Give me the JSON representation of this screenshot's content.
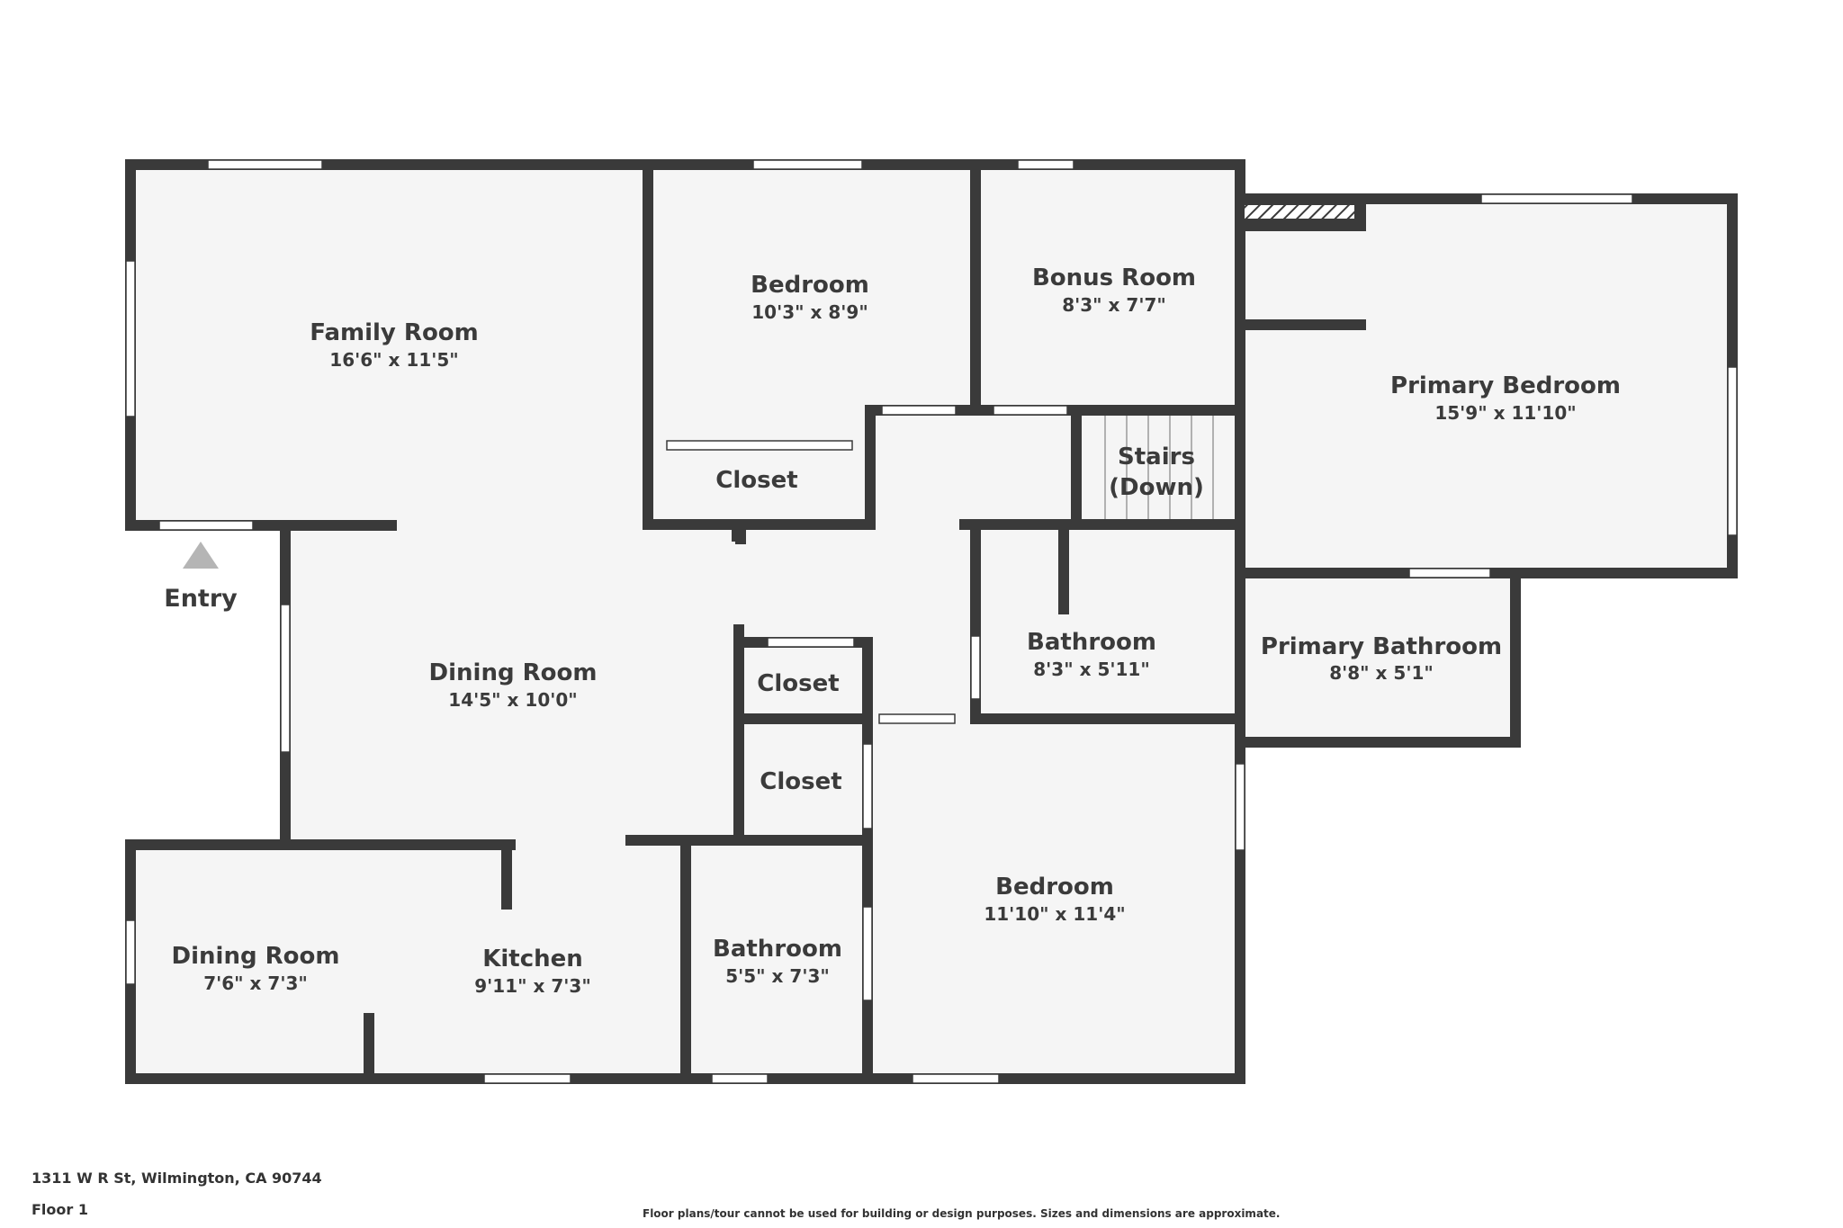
{
  "colors": {
    "wall": "#3a3a3a",
    "floor": "#f5f5f5",
    "window": "#ffffff",
    "text": "#3b3b3b",
    "entry_arrow": "#b5b5b5"
  },
  "rooms": {
    "family_room": {
      "name": "Family Room",
      "dims": "16'6\" x 11'5\""
    },
    "bedroom_1": {
      "name": "Bedroom",
      "dims": "10'3\" x 8'9\""
    },
    "bonus_room": {
      "name": "Bonus Room",
      "dims": "8'3\" x 7'7\""
    },
    "primary_bedroom": {
      "name": "Primary Bedroom",
      "dims": "15'9\" x 11'10\""
    },
    "closet_1": {
      "name": "Closet"
    },
    "stairs": {
      "name_line1": "Stairs",
      "name_line2": "(Down)"
    },
    "dining_room_1": {
      "name": "Dining Room",
      "dims": "14'5\" x 10'0\""
    },
    "bathroom_1": {
      "name": "Bathroom",
      "dims": "8'3\" x 5'11\""
    },
    "primary_bathroom": {
      "name": "Primary Bathroom",
      "dims": "8'8\" x 5'1\""
    },
    "closet_2": {
      "name": "Closet"
    },
    "closet_3": {
      "name": "Closet"
    },
    "bedroom_2": {
      "name": "Bedroom",
      "dims": "11'10\" x 11'4\""
    },
    "dining_room_2": {
      "name": "Dining Room",
      "dims": "7'6\" x 7'3\""
    },
    "kitchen": {
      "name": "Kitchen",
      "dims": "9'11\" x 7'3\""
    },
    "bathroom_2": {
      "name": "Bathroom",
      "dims": "5'5\" x 7'3\""
    }
  },
  "entry": {
    "label": "Entry"
  },
  "footer": {
    "address": "1311 W R St, Wilmington, CA 90744",
    "floor": "Floor 1",
    "disclaimer": "Floor plans/tour cannot be used for building or design purposes. Sizes and dimensions are approximate."
  }
}
